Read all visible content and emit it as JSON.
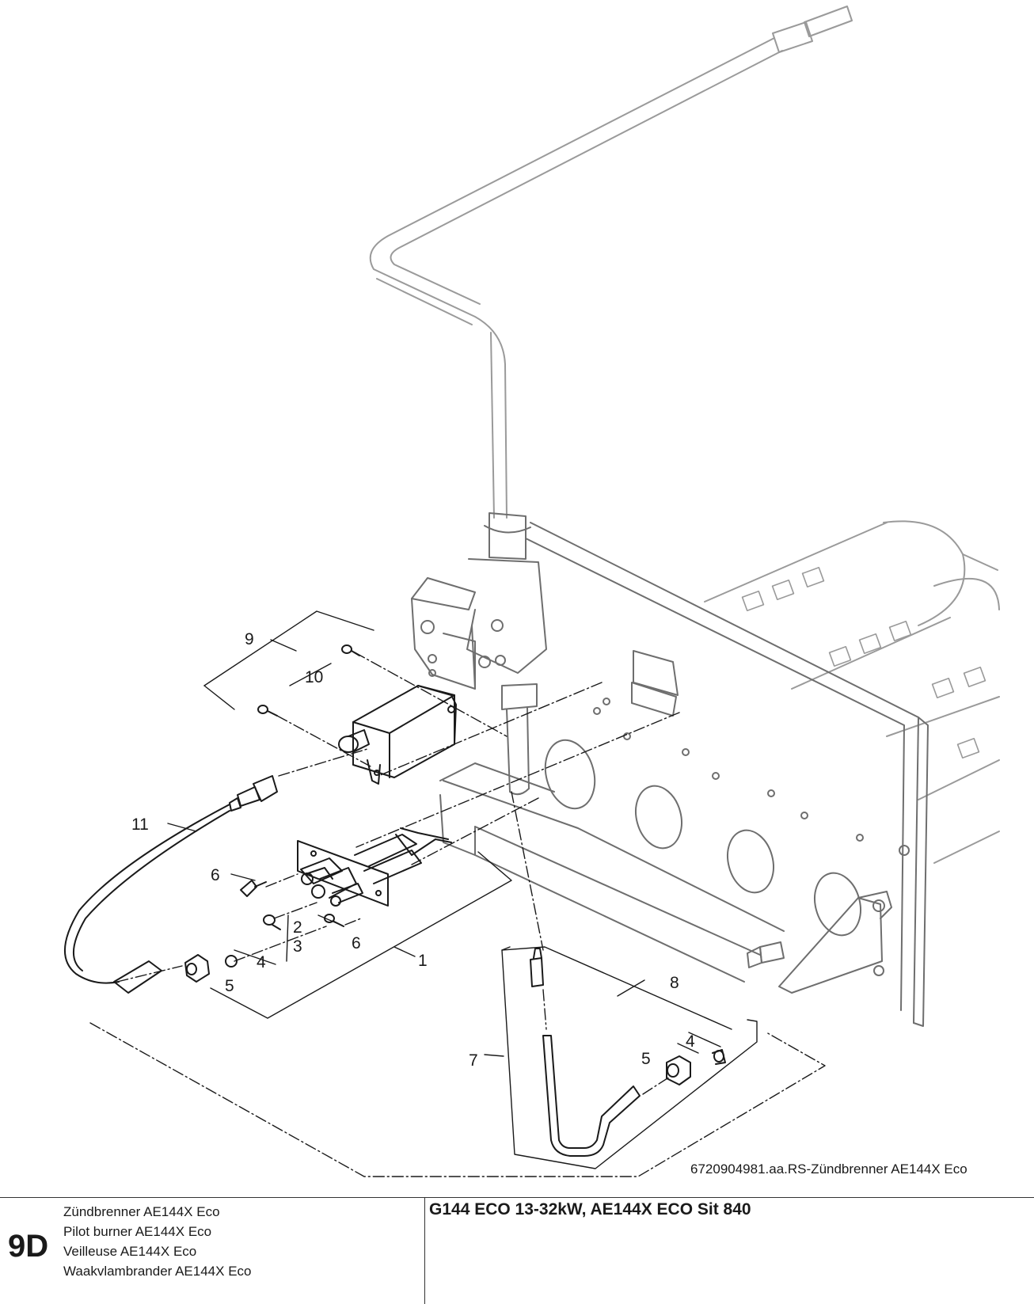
{
  "drawing": {
    "reference": "6720904981.aa.RS-Zündbrenner AE144X Eco",
    "callouts": [
      "9",
      "10",
      "11",
      "6",
      "2",
      "3",
      "4",
      "5",
      "1",
      "6",
      "8",
      "7",
      "5",
      "4"
    ]
  },
  "footer": {
    "section_code": "9D",
    "titles": [
      "Zündbrenner AE144X Eco",
      "Pilot burner AE144X Eco",
      "Veilleuse AE144X Eco",
      "Waakvlambrander AE144X Eco"
    ],
    "model": "G144 ECO 13-32kW, AE144X ECO Sit 840"
  }
}
